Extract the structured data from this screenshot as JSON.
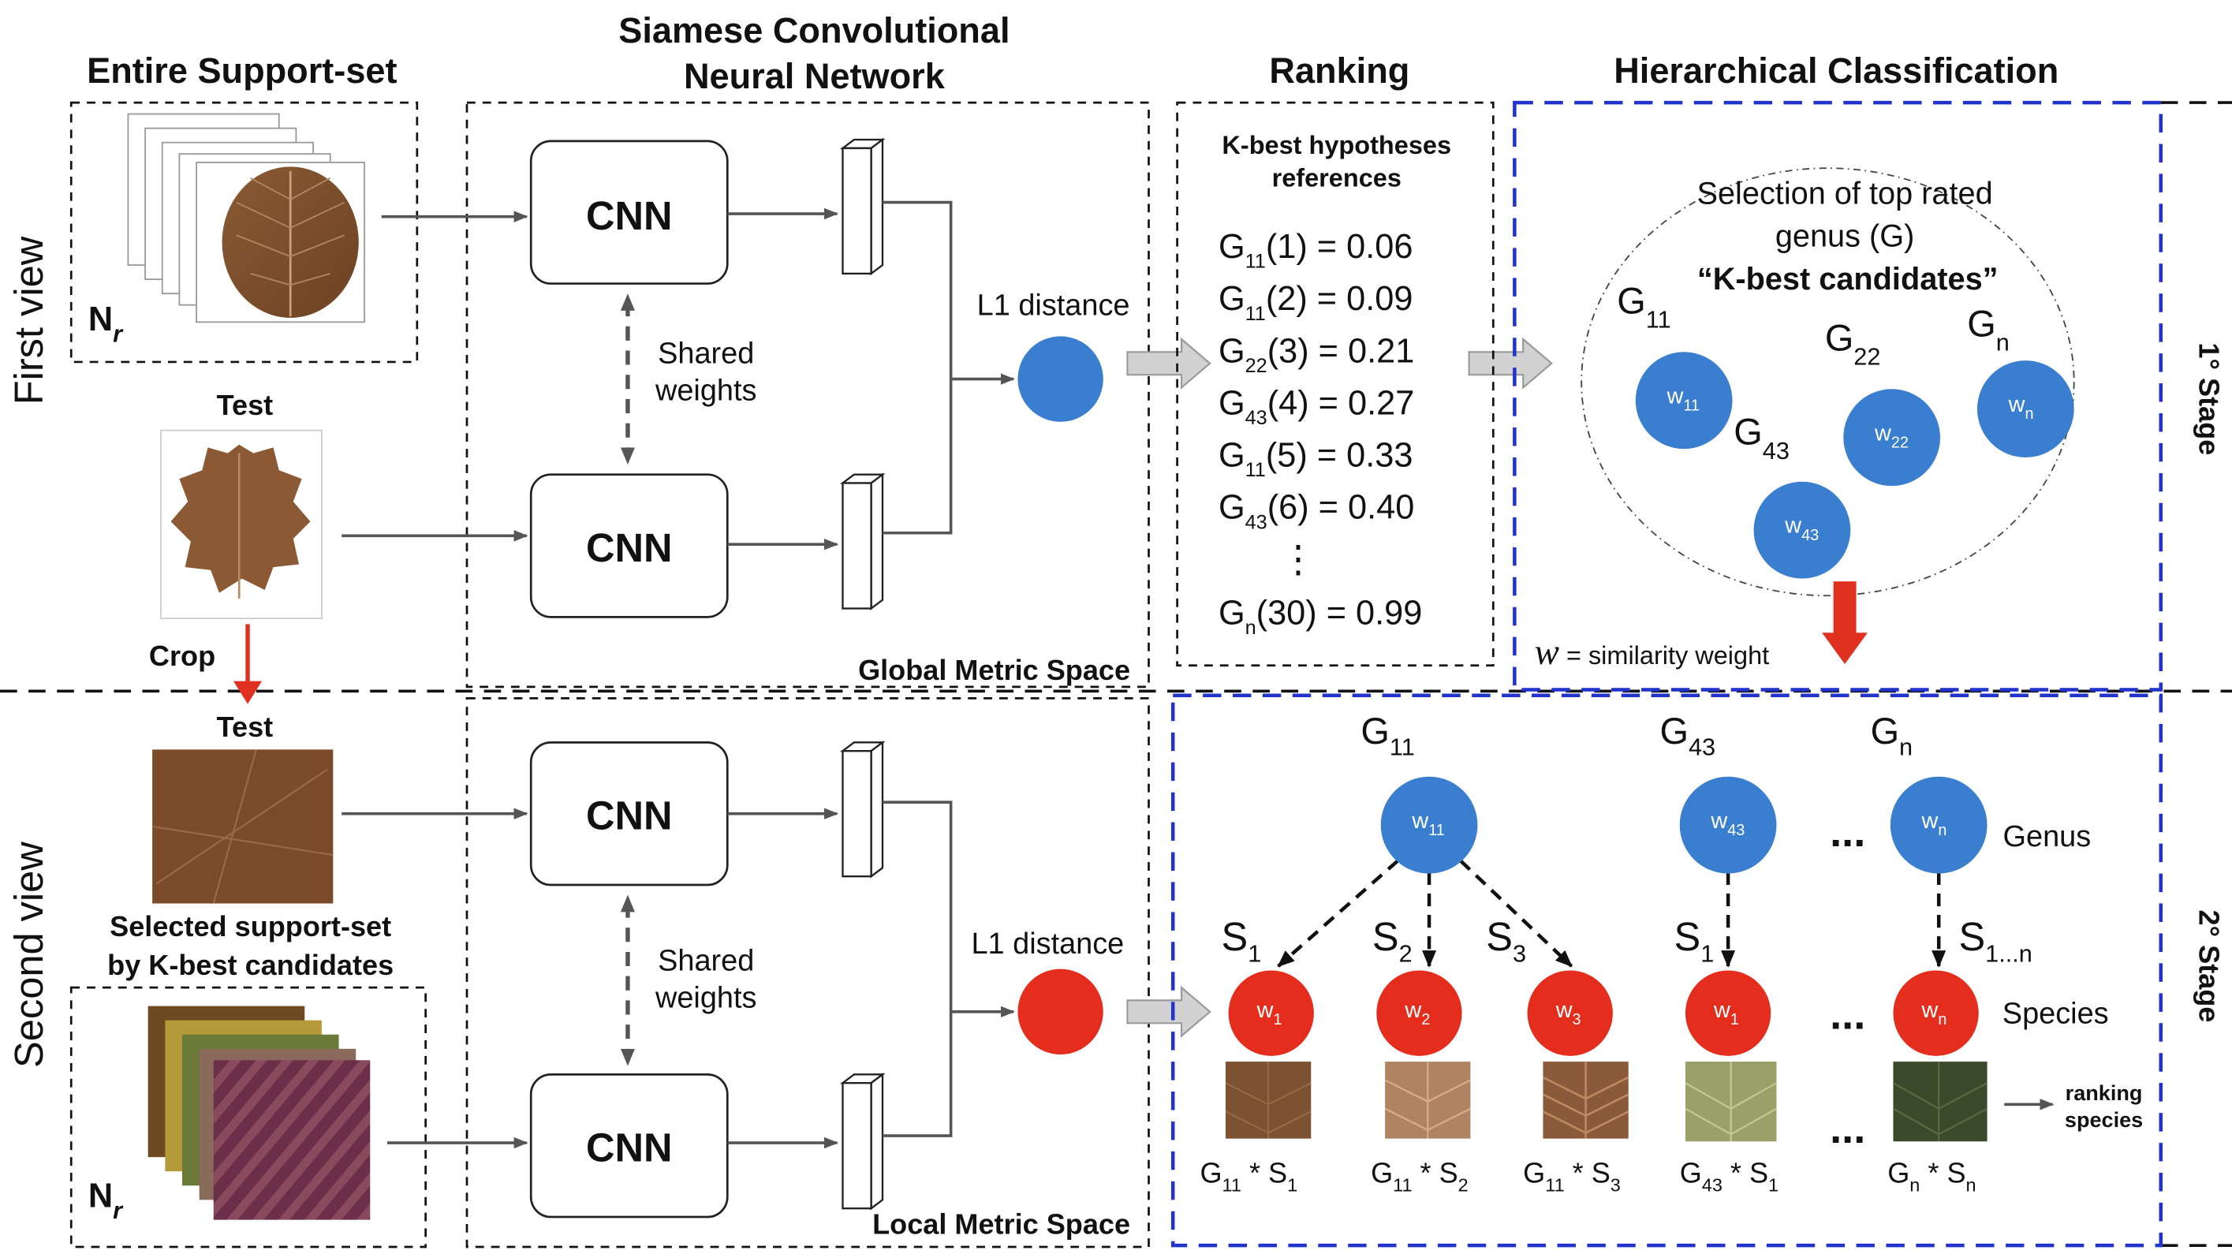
{
  "headers": {
    "support_set": "Entire Support-set",
    "siamese_1": "Siamese Convolutional",
    "siamese_2": "Neural Network",
    "ranking": "Ranking",
    "hierarchical": "Hierarchical Classification"
  },
  "views": {
    "first": "First view",
    "second": "Second view"
  },
  "stages": {
    "first": "1° Stage",
    "second": "2° Stage"
  },
  "labels": {
    "nr_n": "N",
    "nr_r": "r",
    "test": "Test",
    "crop": "Crop",
    "selected_1": "Selected support-set",
    "selected_2": "by K-best candidates",
    "cnn": "CNN",
    "shared_1": "Shared",
    "shared_2": "weights",
    "l1": "L1 distance",
    "global": "Global Metric Space",
    "local": "Local Metric Space"
  },
  "ranking": {
    "title_1": "K-best hypotheses",
    "title_2": "references",
    "items": [
      {
        "g": "G",
        "sub": "11",
        "rest": "(1) = 0.06"
      },
      {
        "g": "G",
        "sub": "11",
        "rest": "(2) = 0.09"
      },
      {
        "g": "G",
        "sub": "22",
        "rest": "(3) = 0.21"
      },
      {
        "g": "G",
        "sub": "43",
        "rest": "(4) = 0.27"
      },
      {
        "g": "G",
        "sub": "11",
        "rest": "(5) = 0.33"
      },
      {
        "g": "G",
        "sub": "43",
        "rest": "(6) = 0.40"
      }
    ],
    "ellipsis": "⋮",
    "last": {
      "g": "G",
      "sub": "n",
      "rest": "(30) = 0.99"
    }
  },
  "stage1": {
    "sel_1": "Selection of top rated",
    "sel_2": "genus (G)",
    "sel_3": "“K-best candidates”",
    "g11": {
      "g": "G",
      "sub": "11"
    },
    "g22": {
      "g": "G",
      "sub": "22"
    },
    "g43": {
      "g": "G",
      "sub": "43"
    },
    "gn": {
      "g": "G",
      "sub": "n"
    },
    "nodes": [
      {
        "w": "w",
        "sub": "11"
      },
      {
        "w": "w",
        "sub": "22"
      },
      {
        "w": "w",
        "sub": "43"
      },
      {
        "w": "w",
        "sub": "n"
      }
    ],
    "legend_w": "w",
    "legend_text": " = similarity weight"
  },
  "stage2": {
    "genus": [
      {
        "g": "G",
        "sub": "11",
        "w": "w",
        "wsub": "11"
      },
      {
        "g": "G",
        "sub": "43",
        "w": "w",
        "wsub": "43"
      },
      {
        "g": "G",
        "sub": "n",
        "w": "w",
        "wsub": "n"
      }
    ],
    "dots": "...",
    "genus_label": "Genus",
    "species_label": "Species",
    "s_labels": [
      {
        "s": "S",
        "sub": "1"
      },
      {
        "s": "S",
        "sub": "2"
      },
      {
        "s": "S",
        "sub": "3"
      },
      {
        "s": "S",
        "sub": "1"
      },
      {
        "s": "S",
        "sub": "1...n"
      }
    ],
    "species_nodes": [
      {
        "w": "w",
        "sub": "1"
      },
      {
        "w": "w",
        "sub": "2"
      },
      {
        "w": "w",
        "sub": "3"
      },
      {
        "w": "w",
        "sub": "1"
      },
      {
        "w": "w",
        "sub": "n"
      }
    ],
    "products": [
      {
        "g": "G",
        "gsub": "11",
        "s": " * S",
        "ssub": "1"
      },
      {
        "g": "G",
        "gsub": "11",
        "s": " * S",
        "ssub": "2"
      },
      {
        "g": "G",
        "gsub": "11",
        "s": " * S",
        "ssub": "3"
      },
      {
        "g": "G",
        "gsub": "43",
        "s": " * S",
        "ssub": "1"
      },
      {
        "g": "G",
        "gsub": "n",
        "s": " * S",
        "ssub": "n"
      }
    ],
    "ranking_1": "ranking",
    "ranking_2": "species"
  },
  "colors": {
    "blue_node": "#3a7fcf",
    "red_node": "#e42d1c",
    "stage_border": "#2233cc",
    "red_arrow": "#e03020"
  }
}
